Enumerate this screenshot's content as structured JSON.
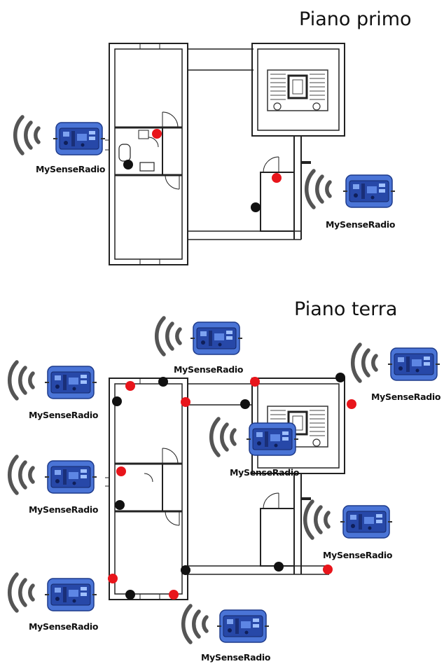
{
  "floors": {
    "upper": {
      "title": "Piano primo"
    },
    "ground": {
      "title": "Piano terra"
    }
  },
  "device_label": "MySenseRadio",
  "colors": {
    "sensor_red": "#e8151b",
    "sensor_black": "#111111",
    "device_blue": "#3a63c8",
    "wall": "#222222",
    "signal_wave": "#555555"
  },
  "legend_icons": [
    "wifi-signal-icon",
    "radio-device-icon",
    "contact-sensor-icon",
    "staircase-icon",
    "door-swing-icon"
  ]
}
